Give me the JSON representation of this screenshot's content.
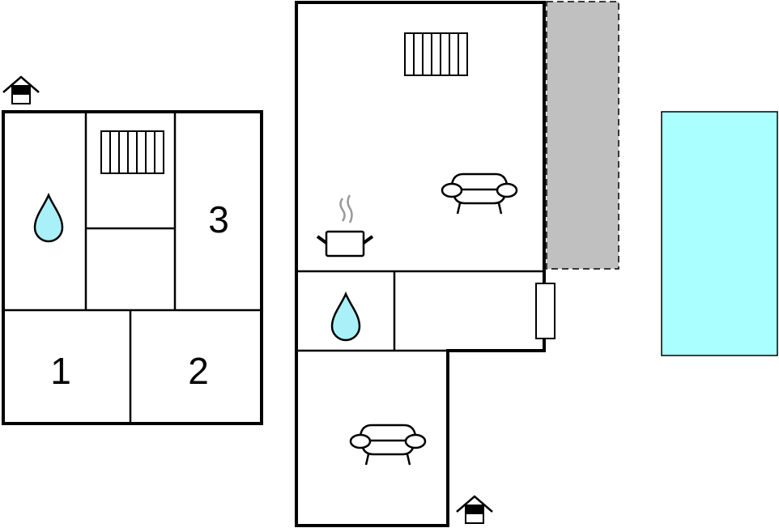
{
  "title": "Floor plan",
  "left_building": {
    "rooms": [
      {
        "label": "1",
        "type": "bedroom"
      },
      {
        "label": "2",
        "type": "bedroom"
      },
      {
        "label": "3",
        "type": "bedroom"
      }
    ],
    "icons": [
      "entrance-icon",
      "radiator-icon",
      "water-drop-icon"
    ]
  },
  "main_building": {
    "icons": [
      "radiator-icon",
      "sofa-icon",
      "cooking-pot-icon",
      "water-drop-icon",
      "window-icon",
      "sofa-icon",
      "entrance-icon"
    ]
  },
  "colors": {
    "terrace": "#c0c0c0",
    "pool": "#aaffff",
    "water": "#aaf0f8",
    "wall": "#000000"
  }
}
